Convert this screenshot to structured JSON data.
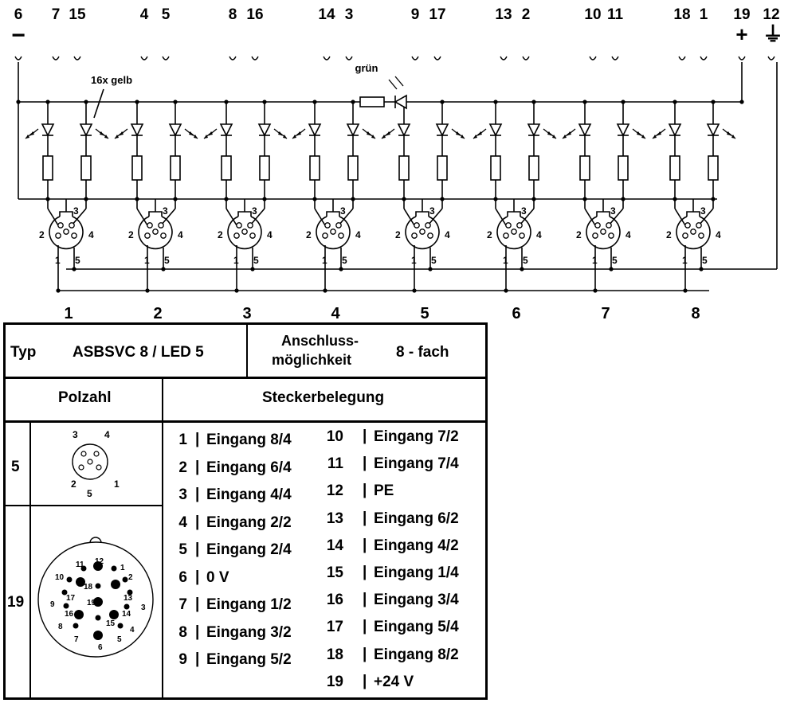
{
  "terminals": [
    {
      "label": "6",
      "sub": "−"
    },
    {
      "label": "7",
      "sub": ""
    },
    {
      "label": "15",
      "sub": ""
    },
    {
      "label": "4",
      "sub": ""
    },
    {
      "label": "5",
      "sub": ""
    },
    {
      "label": "8",
      "sub": ""
    },
    {
      "label": "16",
      "sub": ""
    },
    {
      "label": "14",
      "sub": ""
    },
    {
      "label": "3",
      "sub": ""
    },
    {
      "label": "9",
      "sub": ""
    },
    {
      "label": "17",
      "sub": ""
    },
    {
      "label": "13",
      "sub": ""
    },
    {
      "label": "2",
      "sub": ""
    },
    {
      "label": "10",
      "sub": ""
    },
    {
      "label": "11",
      "sub": ""
    },
    {
      "label": "18",
      "sub": ""
    },
    {
      "label": "1",
      "sub": ""
    },
    {
      "label": "19",
      "sub": "+"
    },
    {
      "label": "12",
      "sub": "⏚"
    }
  ],
  "schematic": {
    "led_yellow_label": "16x gelb",
    "led_green_label": "grün",
    "socket_pins": [
      "1",
      "2",
      "3",
      "4",
      "5"
    ],
    "socket_labels": [
      "1",
      "2",
      "3",
      "4",
      "5",
      "6",
      "7",
      "8"
    ]
  },
  "table": {
    "typ_label": "Typ",
    "typ_value": "ASBSVC 8 / LED 5",
    "anschluss_line1": "Anschluss-",
    "anschluss_line2": "möglichkeit",
    "anschluss_value": "8 - fach",
    "polzahl_header": "Polzahl",
    "belegung_header": "Steckerbelegung",
    "row5_label": "5",
    "row19_label": "19",
    "pinout5_labels": [
      "3",
      "4",
      "2",
      "5",
      "1"
    ],
    "pinout19_labels": [
      "12",
      "11",
      "1",
      "10",
      "18",
      "2",
      "9",
      "17",
      "19",
      "13",
      "3",
      "16",
      "14",
      "8",
      "15",
      "4",
      "7",
      "5",
      "6"
    ],
    "pins_left": [
      {
        "num": "1",
        "desc": "Eingang 8/4"
      },
      {
        "num": "2",
        "desc": "Eingang 6/4"
      },
      {
        "num": "3",
        "desc": "Eingang 4/4"
      },
      {
        "num": "4",
        "desc": "Eingang 2/2"
      },
      {
        "num": "5",
        "desc": "Eingang 2/4"
      },
      {
        "num": "6",
        "desc": "0 V"
      },
      {
        "num": "7",
        "desc": "Eingang 1/2"
      },
      {
        "num": "8",
        "desc": "Eingang 3/2"
      },
      {
        "num": "9",
        "desc": "Eingang 5/2"
      }
    ],
    "pins_right": [
      {
        "num": "10",
        "desc": "Eingang 7/2"
      },
      {
        "num": "11",
        "desc": "Eingang 7/4"
      },
      {
        "num": "12",
        "desc": "PE"
      },
      {
        "num": "13",
        "desc": "Eingang 6/2"
      },
      {
        "num": "14",
        "desc": "Eingang 4/2"
      },
      {
        "num": "15",
        "desc": "Eingang 1/4"
      },
      {
        "num": "16",
        "desc": "Eingang 3/4"
      },
      {
        "num": "17",
        "desc": "Eingang 5/4"
      },
      {
        "num": "18",
        "desc": "Eingang 8/2"
      },
      {
        "num": "19",
        "desc": "+24 V"
      }
    ]
  }
}
